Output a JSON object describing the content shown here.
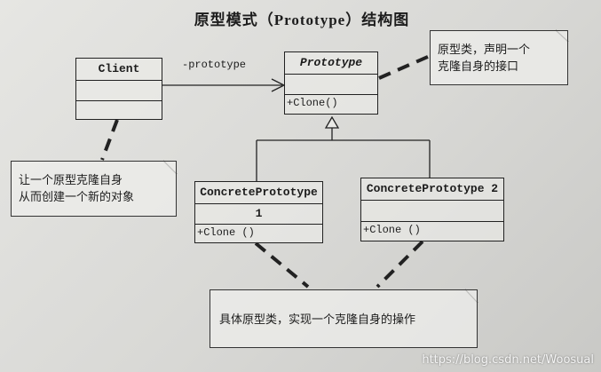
{
  "title": "原型模式（Prototype）结构图",
  "client": {
    "name": "Client"
  },
  "association": {
    "label": "-prototype"
  },
  "prototype": {
    "name": "Prototype",
    "operation": "+Clone()"
  },
  "concrete1": {
    "name": "ConcretePrototype 1",
    "operation": "+Clone ()"
  },
  "concrete2": {
    "name": "ConcretePrototype 2",
    "operation": "+Clone ()"
  },
  "notes": {
    "prototype_note": [
      "原型类，声明一个",
      "克隆自身的接口"
    ],
    "client_note": [
      "让一个原型克隆自身",
      "从而创建一个新的对象"
    ],
    "concrete_note": "具体原型类，实现一个克隆自身的操作"
  },
  "watermark": "https://blog.csdn.net/Woosual"
}
